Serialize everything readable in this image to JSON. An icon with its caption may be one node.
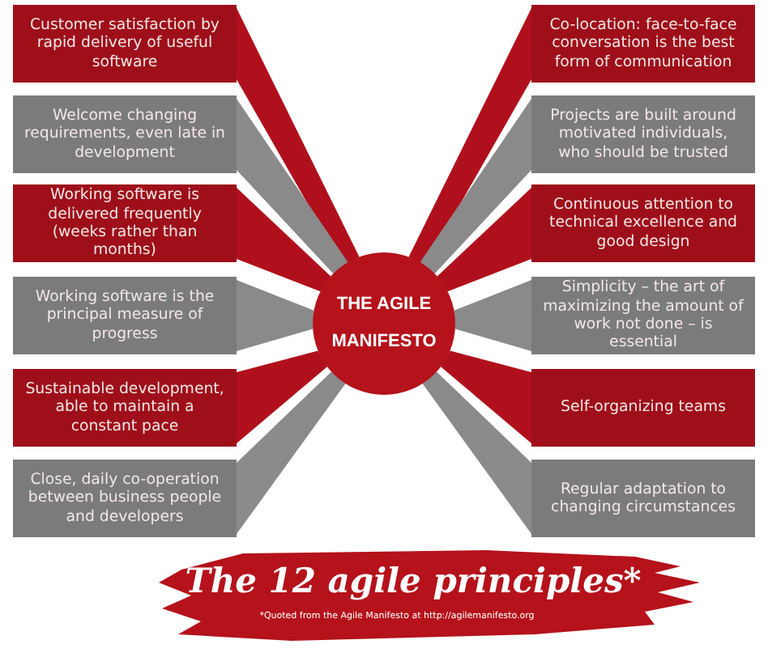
{
  "diagram": {
    "title": "The 12 agile principles*",
    "caption": "*Quoted from the Agile Manifesto at http://agilemanifesto.org",
    "nodes": [
      {
        "text": [
          "THE AGILE MANIFESTO"
        ]
      },
      {
        "text": [
          "Customer satisfaction by rapid delivery of useful software"
        ]
      },
      {
        "text": [
          "Welcome changing requirements, even late in development"
        ]
      },
      {
        "text": [
          "Working software is delivered frequently (weeks rather than months)"
        ]
      },
      {
        "text": [
          "Working software is the principal measure of progress"
        ]
      },
      {
        "text": [
          "Sustainable development, able to maintain a constant pace"
        ]
      },
      {
        "text": [
          "Close, daily co-operation between business people and developers"
        ]
      },
      {
        "text": [
          "Co-location: face-to-face conversation is the best form of communication"
        ]
      },
      {
        "text": [
          "Projects are built around motivated individuals, who should be trusted"
        ]
      },
      {
        "text": [
          "Continuous attention to technical excellence and good design"
        ]
      },
      {
        "text": [
          "Simplicity – the art of maximizing the amount of work not done – is essential"
        ]
      },
      {
        "text": [
          "Self-organizing teams"
        ]
      },
      {
        "text": [
          "Regular adaptation to changing circumstances"
        ]
      }
    ],
    "edges": [
      {
        "from": 0,
        "to": 1,
        "arrow": "none",
        "style": "thick",
        "color": "#b0101c"
      },
      {
        "from": 0,
        "to": 2,
        "arrow": "none",
        "style": "thick",
        "color": "#8a8a8a"
      },
      {
        "from": 0,
        "to": 3,
        "arrow": "none",
        "style": "thick",
        "color": "#b0101c"
      },
      {
        "from": 0,
        "to": 4,
        "arrow": "none",
        "style": "thick",
        "color": "#8a8a8a"
      },
      {
        "from": 0,
        "to": 5,
        "arrow": "none",
        "style": "thick",
        "color": "#b0101c"
      },
      {
        "from": 0,
        "to": 6,
        "arrow": "none",
        "style": "thick",
        "color": "#8a8a8a"
      },
      {
        "from": 0,
        "to": 7,
        "arrow": "none",
        "style": "thick",
        "color": "#b0101c"
      },
      {
        "from": 0,
        "to": 8,
        "arrow": "none",
        "style": "thick",
        "color": "#8a8a8a"
      },
      {
        "from": 0,
        "to": 9,
        "arrow": "none",
        "style": "thick",
        "color": "#b0101c"
      },
      {
        "from": 0,
        "to": 10,
        "arrow": "none",
        "style": "thick",
        "color": "#8a8a8a"
      },
      {
        "from": 0,
        "to": 11,
        "arrow": "none",
        "style": "thick",
        "color": "#b0101c"
      },
      {
        "from": 0,
        "to": 12,
        "arrow": "none",
        "style": "thick",
        "color": "#8a8a8a"
      }
    ]
  }
}
